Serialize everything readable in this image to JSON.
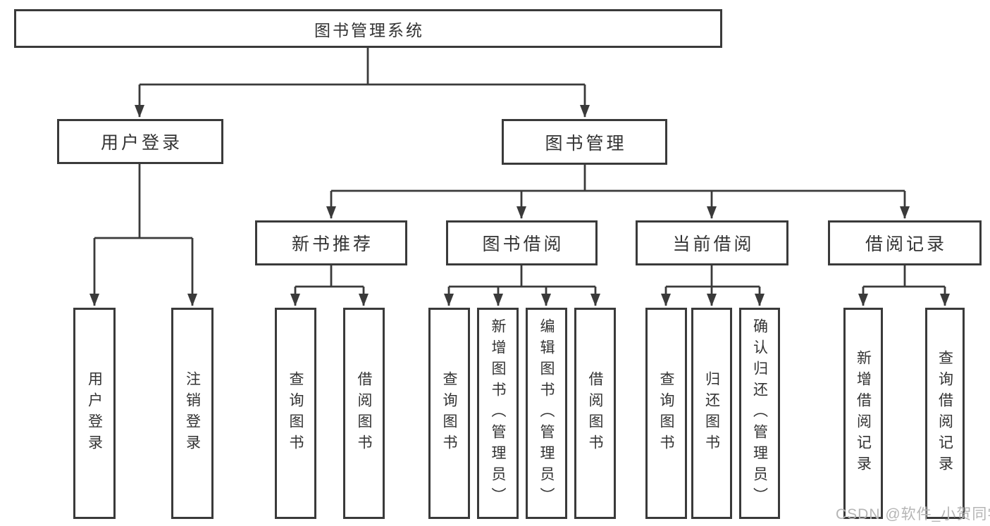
{
  "diagram": {
    "type": "hierarchy-tree",
    "colors": {
      "line": "#3a3a3a",
      "text": "#333333",
      "background": "#ffffff",
      "watermark": "#b5b5b5"
    },
    "nodes": {
      "root": "图书管理系统",
      "user_login": "用户登录",
      "book_mgmt": "图书管理",
      "new_book_rec": "新书推荐",
      "book_borrow": "图书借阅",
      "current_borrow": "当前借阅",
      "borrow_records": "借阅记录",
      "leaf_user_login": "用户登录",
      "leaf_logout": "注销登录",
      "leaf_nbr_query": "查询图书",
      "leaf_nbr_borrow": "借阅图书",
      "leaf_bb_query": "查询图书",
      "leaf_bb_add": "新增图书（管理员）",
      "leaf_bb_edit": "编辑图书（管理员）",
      "leaf_bb_borrow": "借阅图书",
      "leaf_cb_query": "查询图书",
      "leaf_cb_return": "归还图书",
      "leaf_cb_confirm": "确认归还（管理员）",
      "leaf_br_add": "新增借阅记录",
      "leaf_br_query": "查询借阅记录"
    },
    "watermark": "CSDN @软件_小贺同学"
  }
}
